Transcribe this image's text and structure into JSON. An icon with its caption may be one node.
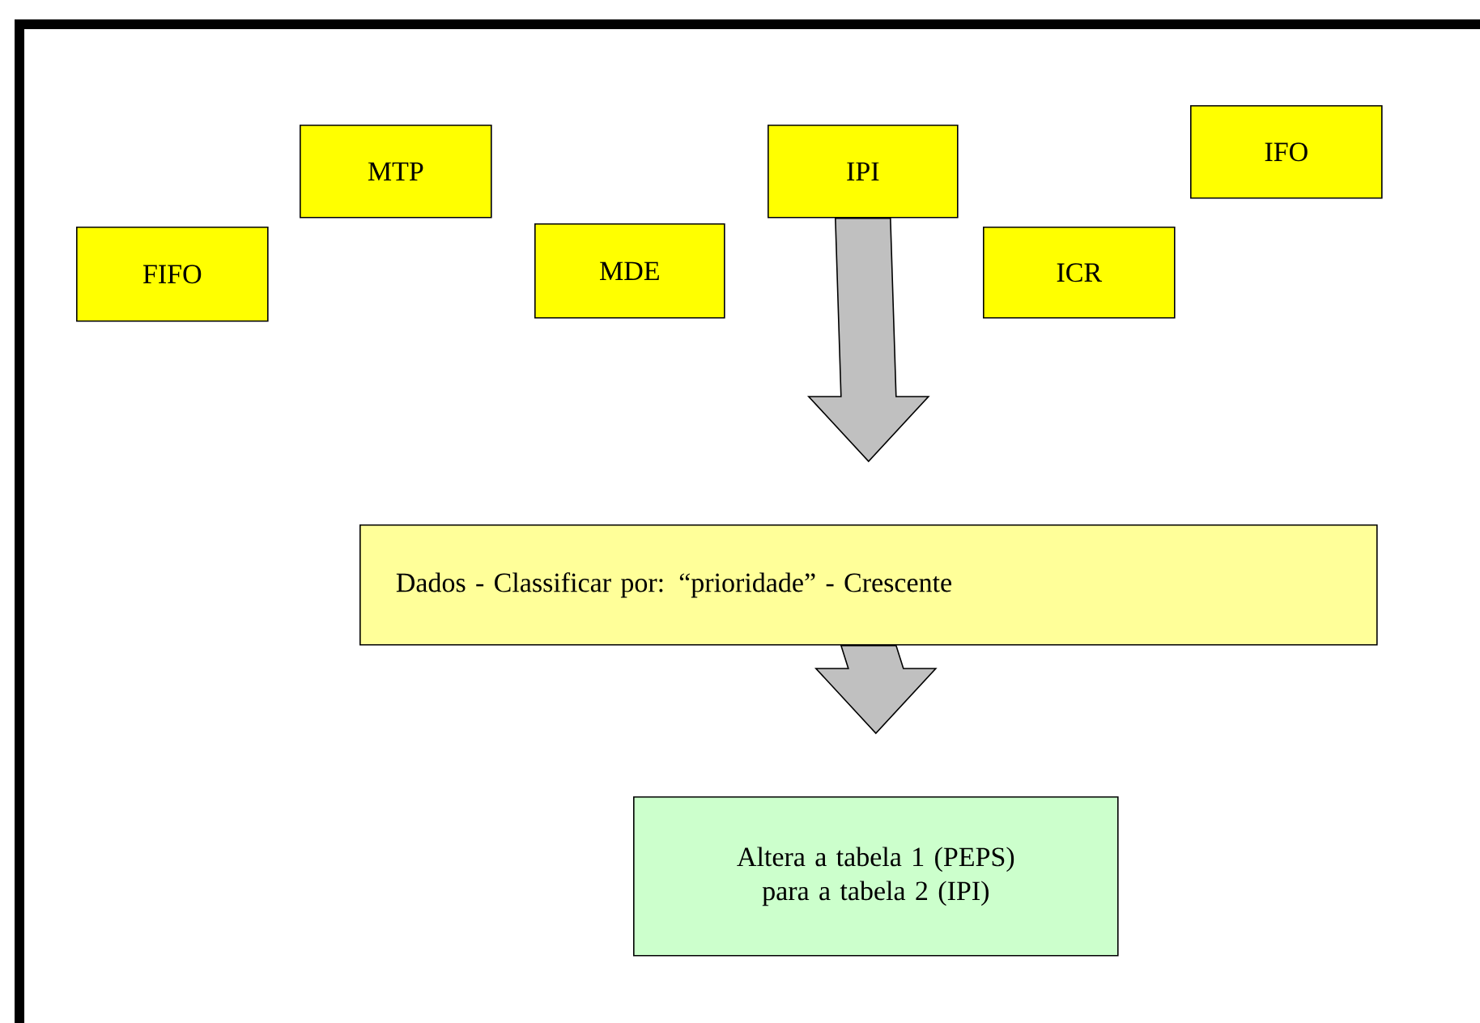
{
  "diagram": {
    "nodes": [
      {
        "text": [
          "FIFO"
        ]
      },
      {
        "text": [
          "MTP"
        ]
      },
      {
        "text": [
          "MDE"
        ]
      },
      {
        "text": [
          "IPI"
        ]
      },
      {
        "text": [
          "ICR"
        ]
      },
      {
        "text": [
          "IFO"
        ]
      },
      {
        "text": [
          "Dados - Classificar por: “prioridade” - Crescente"
        ]
      },
      {
        "text": [
          "Altera a tabela 1 (PEPS) para a tabela 2 (IPI)"
        ]
      }
    ],
    "edges": [
      {
        "from": 3,
        "to": 6,
        "arrow": "to"
      },
      {
        "from": 6,
        "to": 7,
        "arrow": "to"
      }
    ]
  }
}
